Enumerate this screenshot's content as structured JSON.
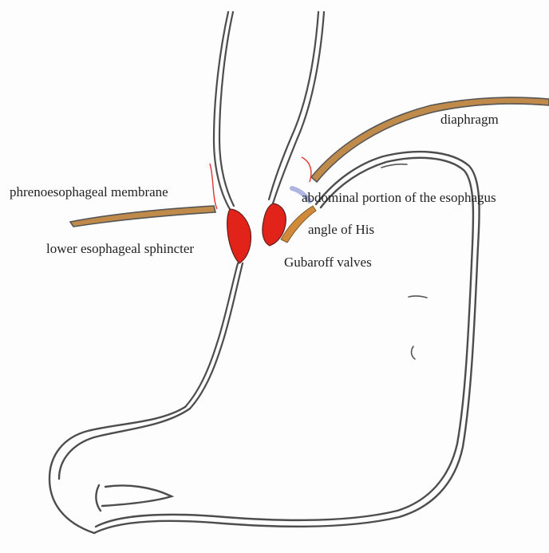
{
  "labels": {
    "diaphragm": "diaphragm",
    "phrenoesophageal_membrane": "phrenoesophageal membrane",
    "abdominal_portion": "abdominal portion of the esophagus",
    "angle_of_his": "angle of His",
    "lower_esophageal_sphincter": "lower esophageal sphincter",
    "gubaroff_valves": "Gubaroff valves"
  },
  "colors": {
    "outline": "#555555",
    "diaphragm_fill": "#c08a4a",
    "sphincter": "#e2231a",
    "membrane": "#e3342f",
    "abdominal_highlight": "#9aa2d8"
  }
}
